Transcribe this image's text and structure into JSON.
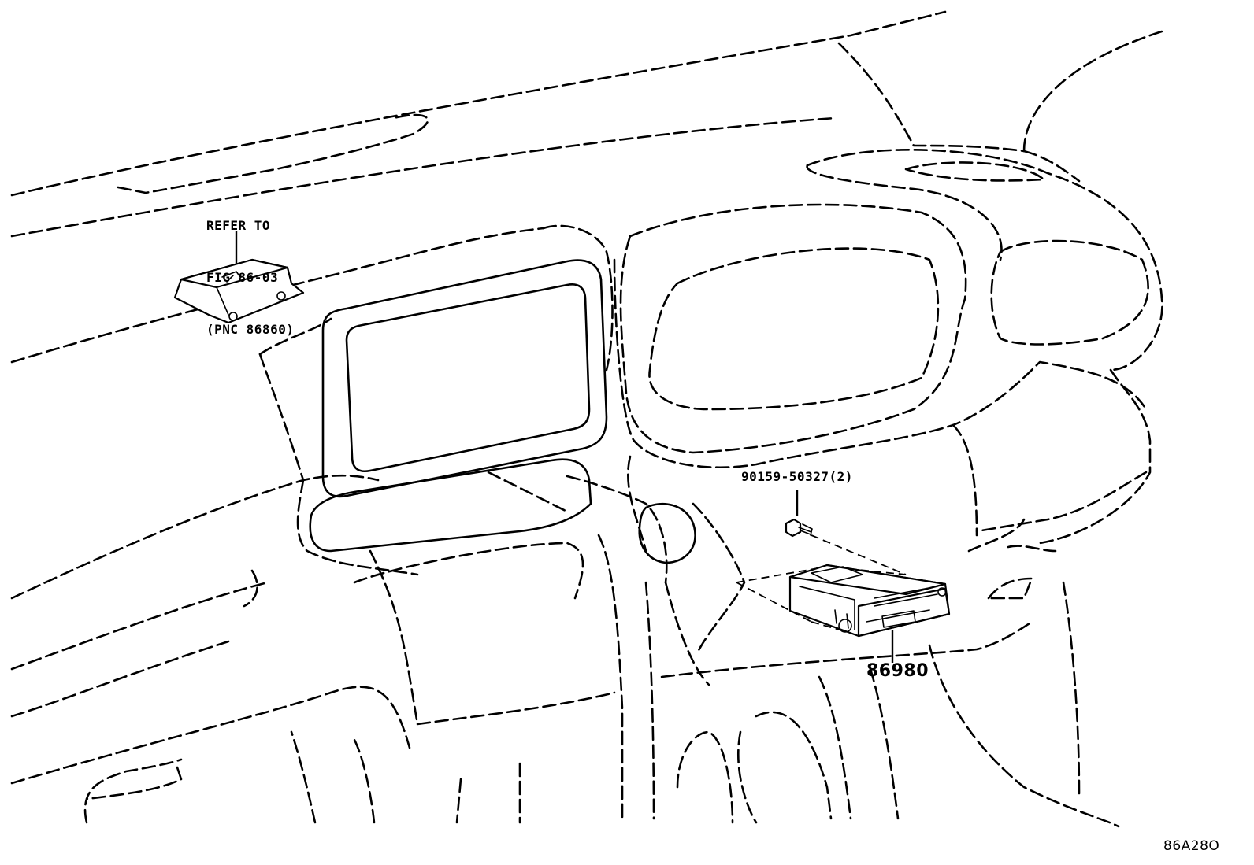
{
  "callouts": {
    "reference_note": {
      "line1": "REFER TO",
      "line2": "FIG 86-03",
      "line3": "(PNC 86860)"
    },
    "bolt_part_number": "90159-50327(2)",
    "receiver_part_number": "86980"
  },
  "illustration_code": "86A28O",
  "components": {
    "reference_module": "module-icon",
    "bolt": "bolt-icon",
    "receiver_unit": "receiver-unit-icon"
  }
}
